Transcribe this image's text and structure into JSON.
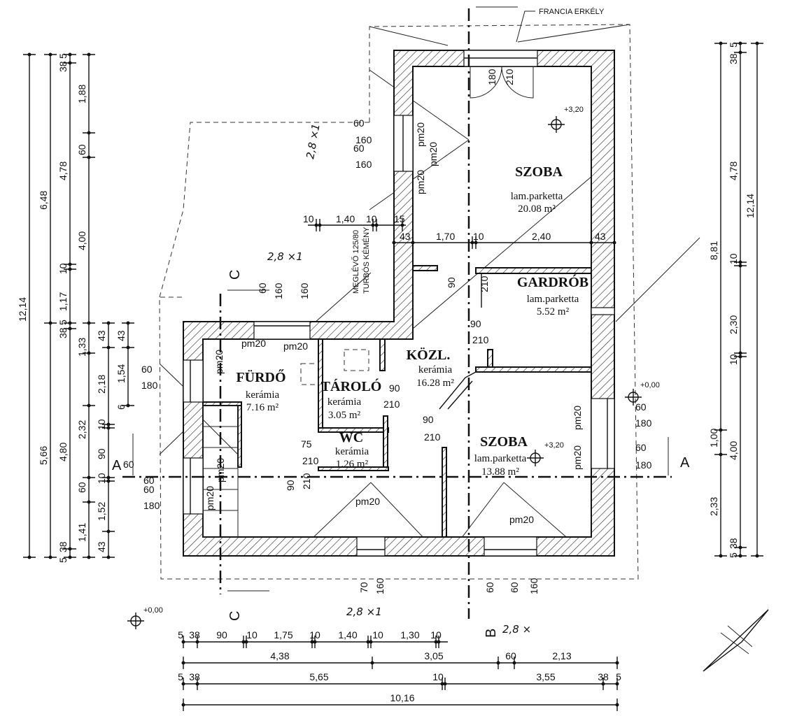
{
  "note": "FRANCIA ERKÉLY",
  "chimney": [
    "MEGLÉVŐ 125/80",
    "TURBÓS KÉMÉNY"
  ],
  "rooms": {
    "szoba_upper": {
      "name": "SZOBA",
      "floor": "lam.parketta",
      "area": "20.08 m²"
    },
    "gardrob": {
      "name": "GARDRÓB",
      "floor": "lam.parketta",
      "area": "5.52 m²"
    },
    "kozl": {
      "name": "KÖZL.",
      "floor": "kerámia",
      "area": "16.28 m²"
    },
    "furdo": {
      "name": "FÜRDŐ",
      "floor": "kerámia",
      "area": "7.16 m²"
    },
    "tarolo": {
      "name": "TÁROLÓ",
      "floor": "kerámia",
      "area": "3.05 m²"
    },
    "wc": {
      "name": "WC",
      "floor": "kerámia",
      "area": "1.26 m²"
    },
    "szoba_lower": {
      "name": "SZOBA",
      "floor": "lam.parketta",
      "area": "13.88 m²"
    }
  },
  "levels": [
    "+3,20",
    "+3,20",
    "+0,00",
    "+0,00"
  ],
  "sections": {
    "a_left": "A",
    "a_right": "A",
    "b": "B",
    "c_top": "C",
    "c_bottom": "C"
  },
  "handwritten": [
    "2,8 ×1",
    "2,8 ×1",
    "2,8 ×1",
    "2,8 ×"
  ],
  "dim_left": [
    "12,14",
    "6,48",
    "5,66",
    "5",
    "38",
    "4,78",
    "10",
    "1,17",
    "38",
    "5",
    "4,80",
    "38",
    "5",
    "1,88",
    "60",
    "4,00",
    "1,33",
    "2,18",
    "2,32",
    "60",
    "1,41",
    "43",
    "10",
    "90",
    "10",
    "1,52",
    "43",
    "43",
    "1,54",
    "6"
  ],
  "dim_right": [
    "8,81",
    "1,00",
    "2,33",
    "5",
    "38",
    "4,78",
    "10",
    "2,30",
    "10",
    "4,00",
    "38",
    "5",
    "12,14"
  ],
  "dim_bottom": {
    "row1": [
      "5",
      "38",
      "90",
      "10",
      "1,75",
      "10",
      "1,40",
      "10",
      "1,30",
      "10"
    ],
    "row2": [
      "4,38",
      "3,05",
      "60",
      "2,13"
    ],
    "row3": [
      "5",
      "38",
      "5,65",
      "10",
      "3,55",
      "38",
      "5"
    ],
    "row4": [
      "10,16"
    ]
  },
  "dim_inner": [
    "60",
    "160",
    "60",
    "160",
    "10",
    "1,40",
    "10",
    "15",
    "43",
    "1,70",
    "10",
    "2,40",
    "43",
    "180",
    "210",
    "90",
    "210",
    "90",
    "210",
    "60",
    "160",
    "160",
    "60",
    "180",
    "90",
    "210",
    "90",
    "210",
    "75",
    "210",
    "90",
    "210",
    "60",
    "180",
    "60",
    "180",
    "60",
    "60",
    "60",
    "180",
    "70",
    "160",
    "60",
    "60",
    "160"
  ],
  "pm": [
    "pm20",
    "pm20",
    "pm20",
    "pm20",
    "pm20",
    "pm20",
    "pm20",
    "pm20",
    "pm20",
    "pm20",
    "pm20",
    "pm20"
  ]
}
